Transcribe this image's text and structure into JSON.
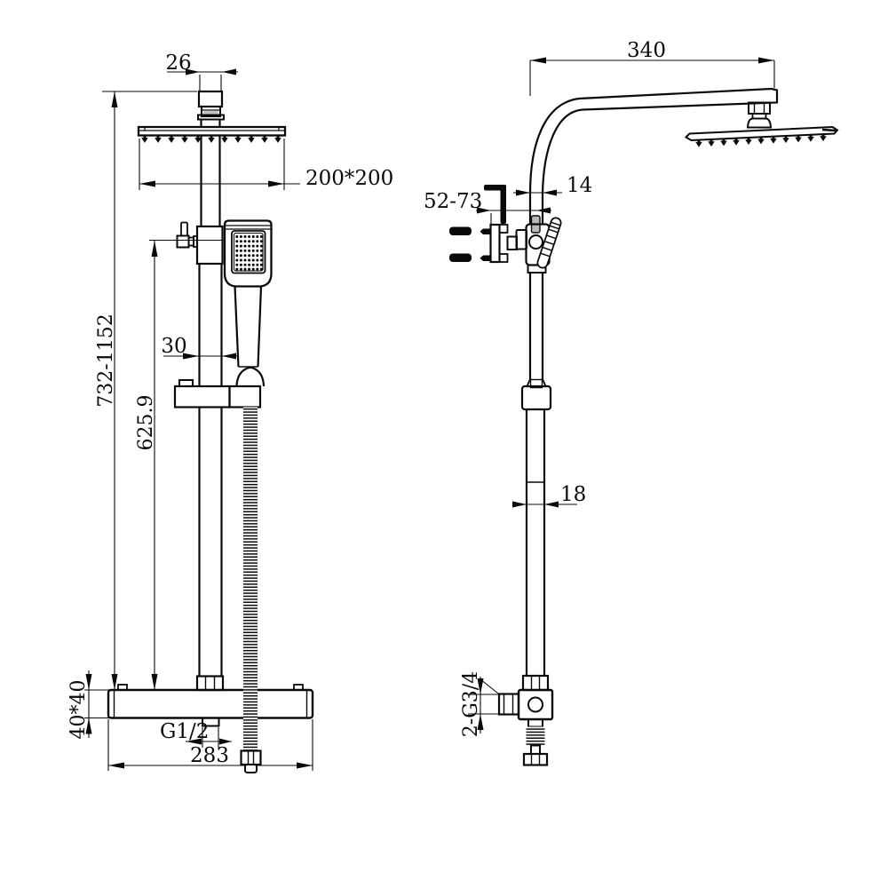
{
  "page": {
    "background": "#ffffff",
    "line_color": "#000000"
  },
  "drawing": {
    "type": "technical dimension drawing",
    "subject": "thermostatic shower column with square rain head, hand shower and riser rail",
    "front_view": {
      "name": "front view",
      "dims": {
        "top_pipe_width": "26",
        "head_size": "200*200",
        "height_range": "732-1152",
        "slide_pipe_width": "30",
        "riser_height": "625.9",
        "valve_body_section": "40*40",
        "outlet_thread": "G1/2",
        "valve_length": "283"
      }
    },
    "side_view": {
      "name": "side view",
      "dims": {
        "arm_length": "340",
        "pipe_depth": "14",
        "wall_clearance": "52-73",
        "lower_pipe_depth": "18",
        "inlet_thread": "2-G3/4"
      }
    }
  }
}
